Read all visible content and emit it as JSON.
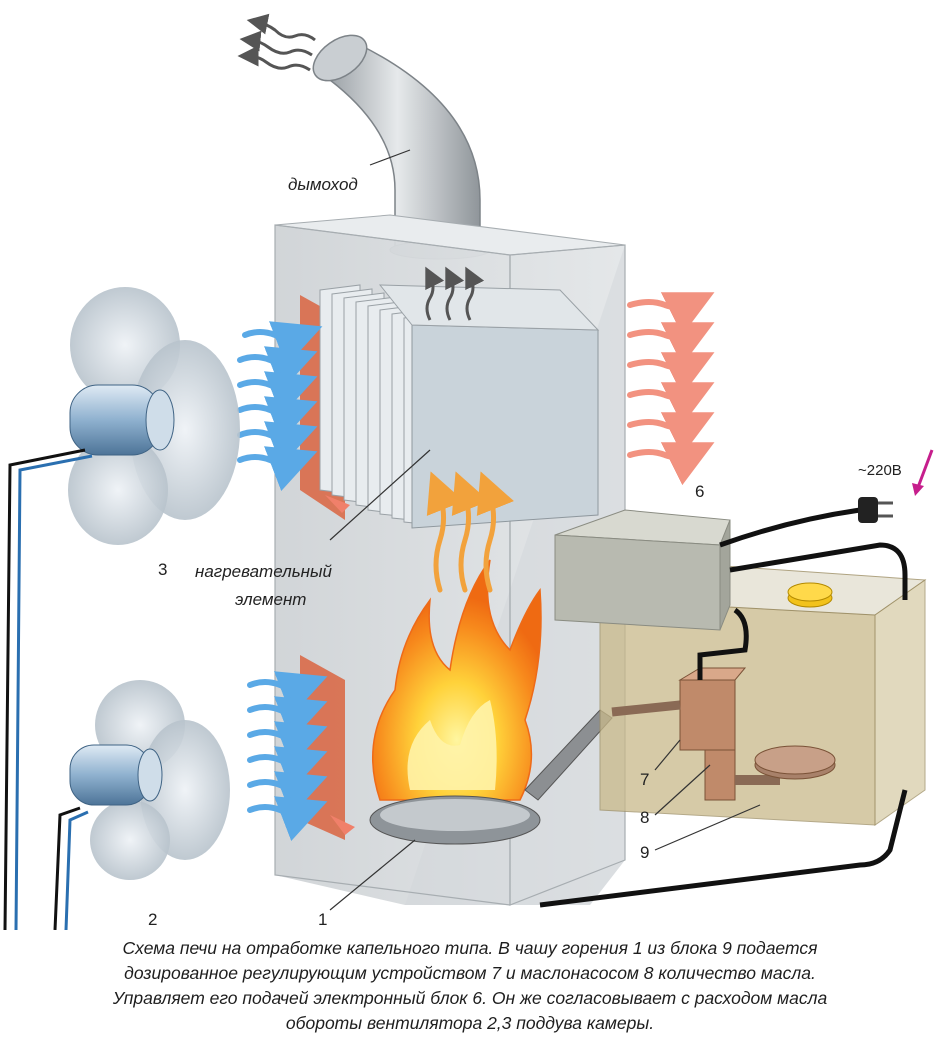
{
  "labels": {
    "chimney": "дымоход",
    "heating_element_line1": "нагревательный",
    "heating_element_line2": "элемент",
    "voltage": "~220В"
  },
  "numbers": {
    "n1": "1",
    "n2": "2",
    "n3": "3",
    "n6": "6",
    "n7": "7",
    "n8": "8",
    "n9": "9"
  },
  "caption": {
    "line1": "Схема печи на отработке капельного типа. В чашу горения 1 из блока 9 подается",
    "line2": "дозированное регулирующим устройством 7 и маслонасосом 8 количество масла.",
    "line3": "Управляет его подачей электронный блок 6. Он же согласовывает с расходом масла",
    "line4": "обороты вентилятора 2,3 поддува камеры."
  },
  "colors": {
    "cold_air": "#5aa9e6",
    "hot_air": "#f0806a",
    "flame": "#f59a1e",
    "casing": "#d9dcdf",
    "oil_tank": "#c9b98a",
    "cable": "#111111"
  }
}
